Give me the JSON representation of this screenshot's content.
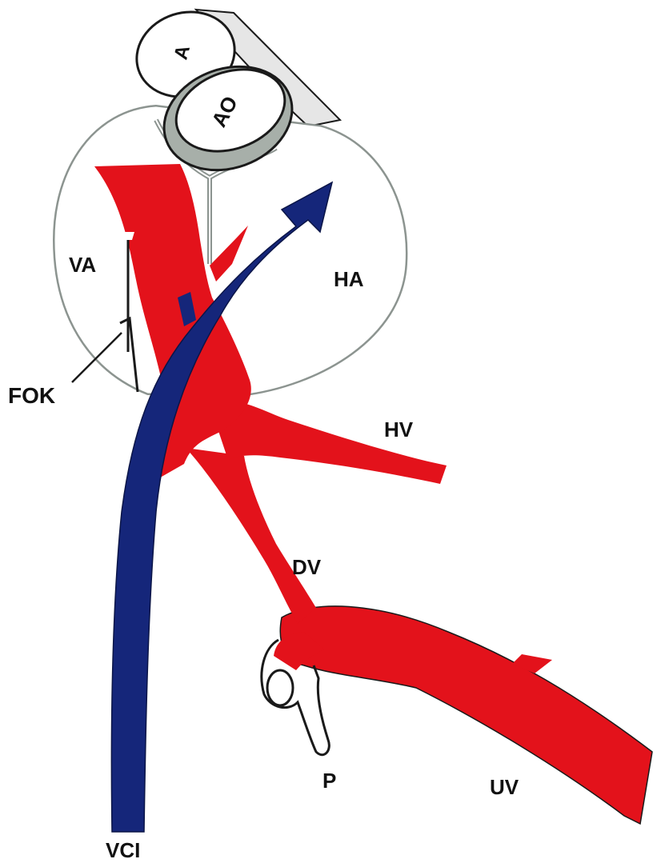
{
  "labels": {
    "ao": "AO",
    "va": "VA",
    "ha": "HA",
    "fok": "FOK",
    "hv": "HV",
    "dv": "DV",
    "p": "P",
    "uv": "UV",
    "vci": "VCI",
    "vessel_top": "A"
  },
  "colors": {
    "oxygenated": "#e3121b",
    "deoxygenated": "#15267a",
    "outline": "#1a1a1a",
    "aorta_ring": "#a7afa9",
    "sector_fill": "#e6e6e6"
  }
}
